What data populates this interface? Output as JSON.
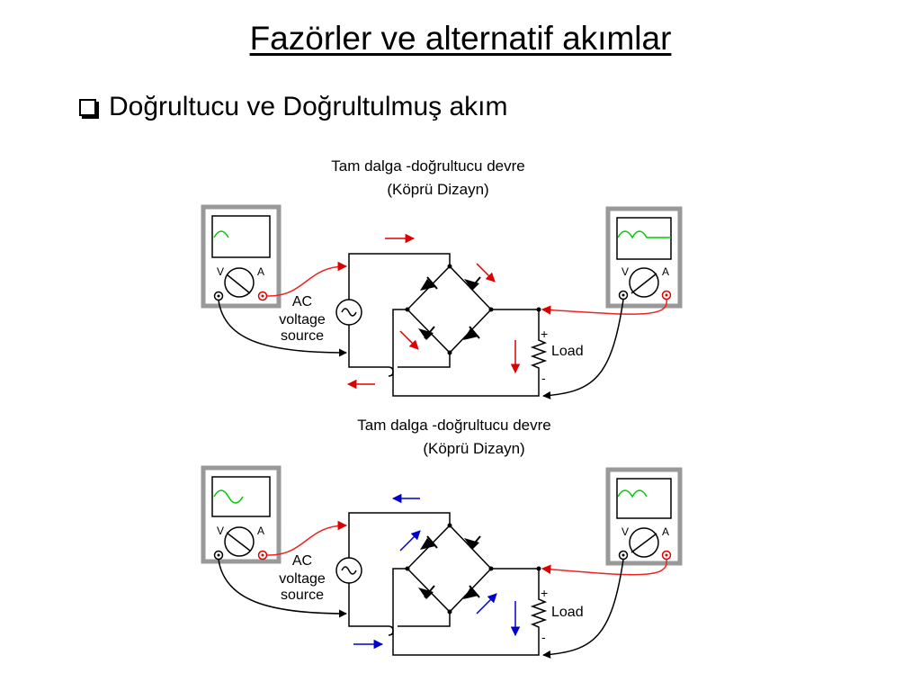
{
  "slide": {
    "title": "Fazörler ve alternatif akımlar",
    "bullet": "Doğrultucu ve Doğrultulmuş akım"
  },
  "diagrams": [
    {
      "title_line1": "Tam dalga -doğrultucu devre",
      "title_line2": "(Köprü Dizayn)",
      "source_label": [
        "AC",
        "voltage",
        "source"
      ],
      "load_label": "Load",
      "plus": "+",
      "minus": "-",
      "meter_labels": {
        "v": "V",
        "a": "A"
      },
      "arrow_color": "#dd0000",
      "left_scope_trace": "half-sine",
      "right_scope_trace": "rectified-pulse"
    },
    {
      "title_line1": "Tam dalga -doğrultucu devre",
      "title_line2": "(Köprü Dizayn)",
      "source_label": [
        "AC",
        "voltage",
        "source"
      ],
      "load_label": "Load",
      "plus": "+",
      "minus": "-",
      "meter_labels": {
        "v": "V",
        "a": "A"
      },
      "arrow_color": "#0000cc",
      "left_scope_trace": "full-sine",
      "right_scope_trace": "rectified-pulse"
    }
  ],
  "colors": {
    "lead_red": "#ee2222",
    "trace_green": "#00cc00",
    "meter_gray": "#999999"
  }
}
